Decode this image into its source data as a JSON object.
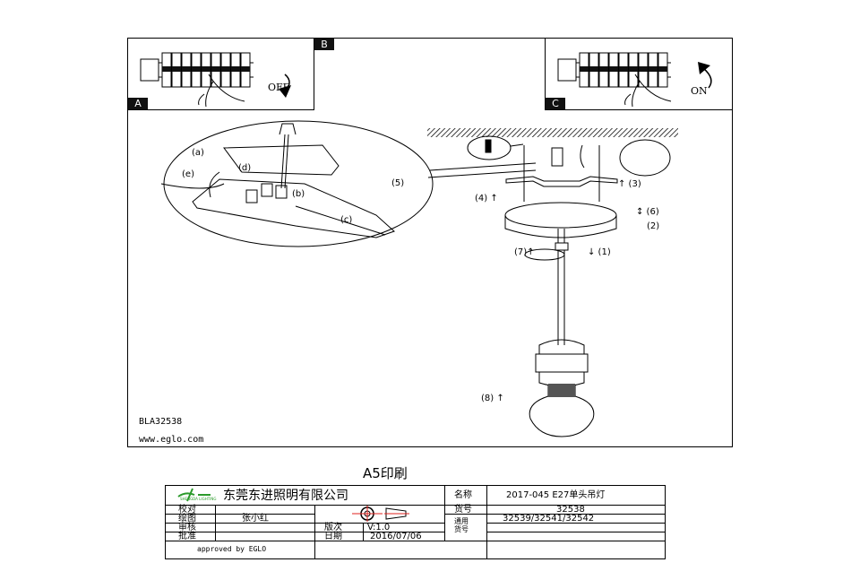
{
  "drawing": {
    "panels": [
      {
        "label": "A",
        "switch_text": "OFF"
      },
      {
        "label": "B"
      },
      {
        "label": "C",
        "switch_text": "ON"
      }
    ],
    "step_numbers": [
      "1",
      "2",
      "3",
      "4",
      "5",
      "6",
      "7",
      "8"
    ],
    "detail_letters": [
      "a",
      "b",
      "c",
      "d",
      "e"
    ],
    "model_code": "BLA32538",
    "website": "www.eglo.com"
  },
  "print_size": "A5印刷",
  "title_block": {
    "company": "东莞东进照明有限公司",
    "logo_text": "SHENGDA LIGHTING",
    "rows": [
      {
        "label": "校对",
        "value": ""
      },
      {
        "label": "绘图",
        "value": "张小红"
      },
      {
        "label": "审核",
        "value": ""
      },
      {
        "label": "批准",
        "value": ""
      }
    ],
    "version_label": "版次",
    "version_value": "V:1.0",
    "date_label": "日期",
    "date_value": "2016/07/06",
    "approved": "approved by EGLO",
    "name_label": "名称",
    "name_value": "2017-045 E27单头吊灯",
    "item_no_label": "货号",
    "item_no_value": "32538",
    "common_item_label_1": "通用",
    "common_item_label_2": "货号",
    "common_item_value": "32539/32541/32542",
    "accent_color": "#e0201c",
    "logo_color": "#2a9a2a"
  }
}
